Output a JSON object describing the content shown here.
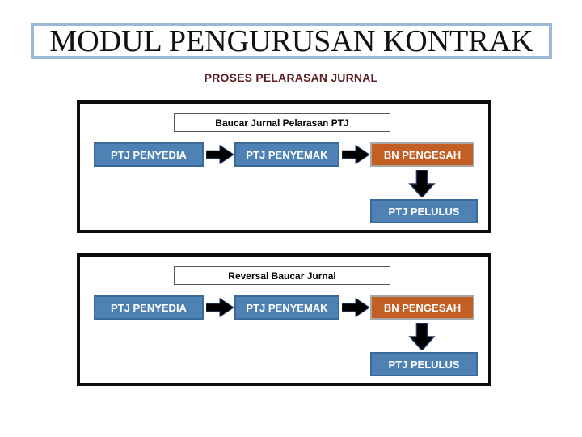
{
  "slide": {
    "title": "MODUL PENGURUSAN KONTRAK",
    "subtitle": "PROSES PELARASAN JURNAL"
  },
  "colors": {
    "title_border": "#9cb8d8",
    "subtitle_text": "#5b2121",
    "panel_border": "#0d0d0d",
    "node_blue_fill": "#4e81b4",
    "node_blue_border": "#3c6a96",
    "node_orange_fill": "#c35e25",
    "node_text": "#ffffff",
    "arrow_fill": "#000000",
    "arrow_outline": "#1f3864"
  },
  "panels": [
    {
      "header": "Baucar Jurnal Pelarasan PTJ",
      "steps": [
        "PTJ PENYEDIA",
        "PTJ PENYEMAK",
        "BN PENGESAH",
        "PTJ PELULUS"
      ]
    },
    {
      "header": "Reversal Baucar Jurnal",
      "steps": [
        "PTJ PENYEDIA",
        "PTJ PENYEMAK",
        "BN PENGESAH",
        "PTJ PELULUS"
      ]
    }
  ]
}
